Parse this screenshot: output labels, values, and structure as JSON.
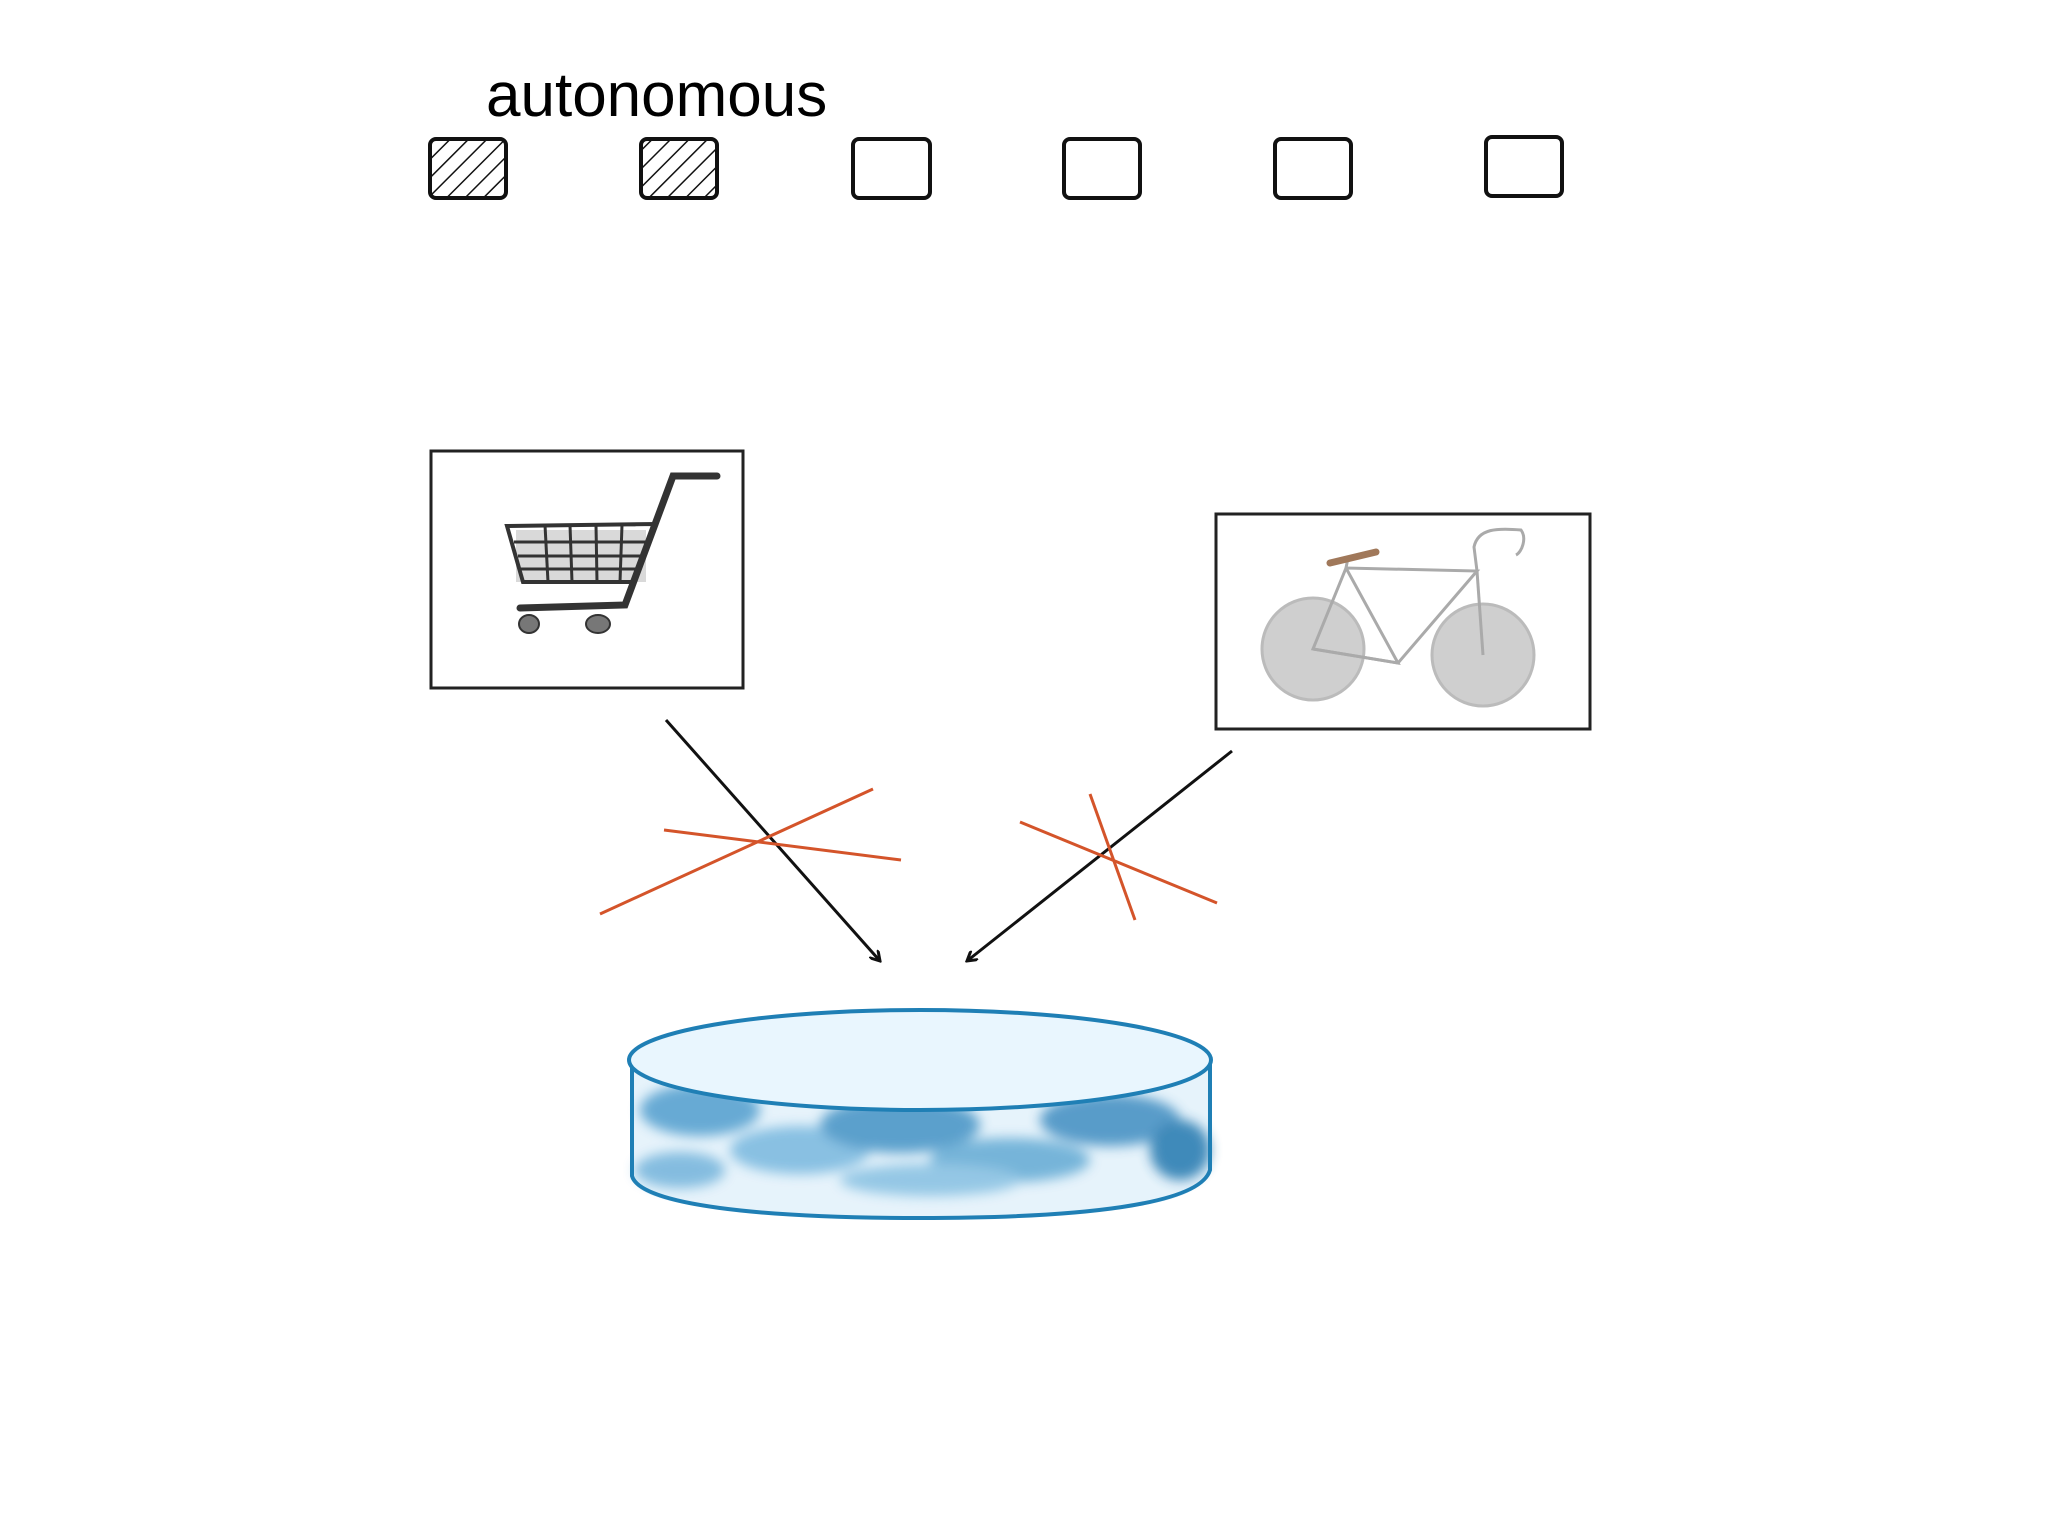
{
  "heading": "autonomous",
  "segments": [
    {
      "state": "filled"
    },
    {
      "state": "filled"
    },
    {
      "state": "empty"
    },
    {
      "state": "empty"
    },
    {
      "state": "empty"
    },
    {
      "state": "empty"
    }
  ],
  "cards": [
    {
      "icon": "shopping-cart-icon"
    },
    {
      "icon": "bicycle-icon"
    }
  ],
  "colors": {
    "stroke": "#111111",
    "cross": "#d4542a",
    "database_outline": "#1f7fb5",
    "database_top": "#e8f5fd",
    "database_fill": "#5aa7d3"
  }
}
